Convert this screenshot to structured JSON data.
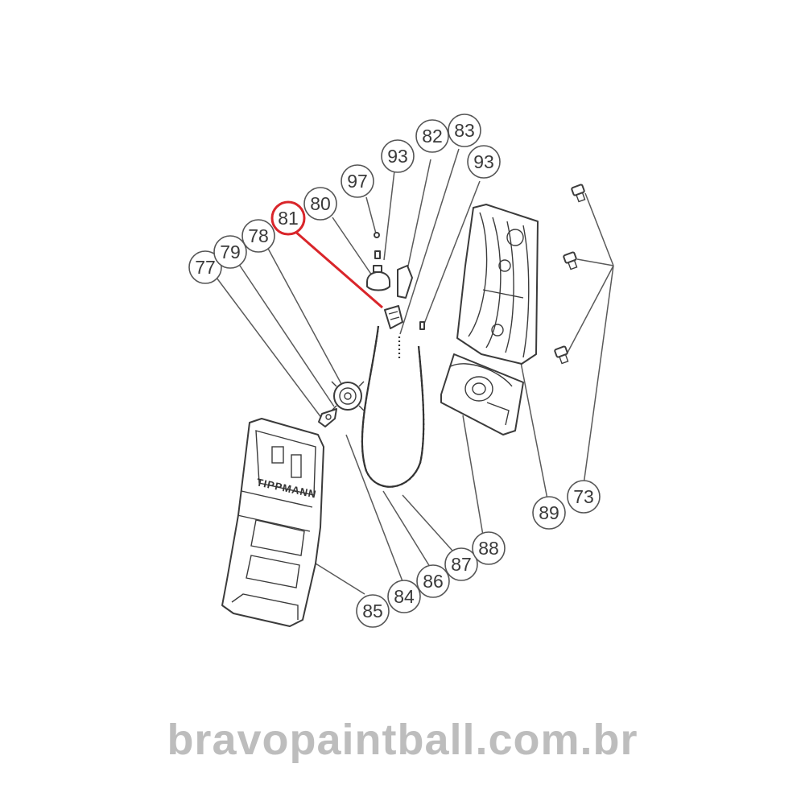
{
  "callouts": [
    {
      "id": "c73",
      "label": "73",
      "highlight": false
    },
    {
      "id": "c77",
      "label": "77",
      "highlight": false
    },
    {
      "id": "c78",
      "label": "78",
      "highlight": false
    },
    {
      "id": "c79",
      "label": "79",
      "highlight": false
    },
    {
      "id": "c80",
      "label": "80",
      "highlight": false
    },
    {
      "id": "c81",
      "label": "81",
      "highlight": true
    },
    {
      "id": "c82",
      "label": "82",
      "highlight": false
    },
    {
      "id": "c83",
      "label": "83",
      "highlight": false
    },
    {
      "id": "c84",
      "label": "84",
      "highlight": false
    },
    {
      "id": "c85",
      "label": "85",
      "highlight": false
    },
    {
      "id": "c86",
      "label": "86",
      "highlight": false
    },
    {
      "id": "c87",
      "label": "87",
      "highlight": false
    },
    {
      "id": "c88",
      "label": "88",
      "highlight": false
    },
    {
      "id": "c89",
      "label": "89",
      "highlight": false
    },
    {
      "id": "c93a",
      "label": "93",
      "highlight": false
    },
    {
      "id": "c93b",
      "label": "93",
      "highlight": false
    },
    {
      "id": "c97",
      "label": "97",
      "highlight": false
    }
  ],
  "magazine_brand": "TIPPMANN",
  "watermark": "bravopaintball.com.br",
  "colors": {
    "highlight": "#d9252a",
    "line": "#555555",
    "watermark": "#bdbdbd"
  }
}
